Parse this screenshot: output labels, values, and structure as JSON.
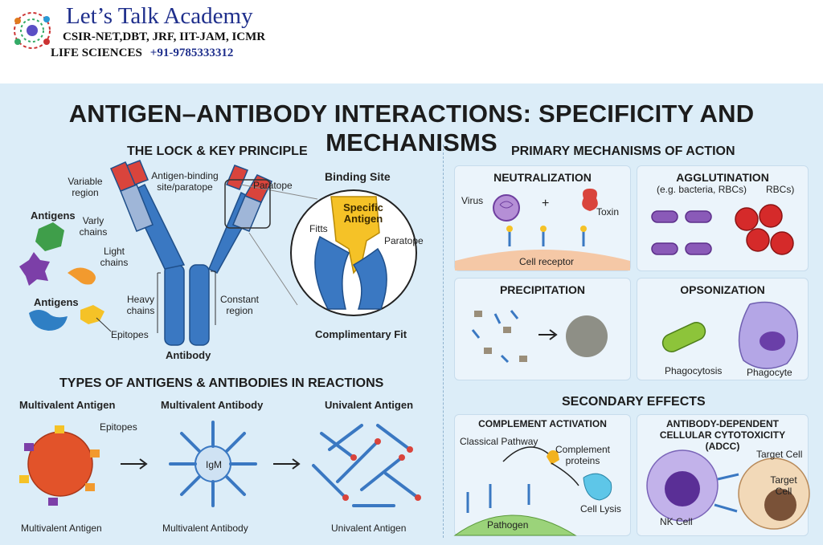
{
  "header": {
    "academy_name": "Let’s Talk Academy",
    "exams": "CSIR-NET,DBT, JRF, IIT-JAM, ICMR",
    "subject": "LIFE SCIENCES",
    "phone": "+91-9785333312"
  },
  "title": "ANTIGEN–ANTIBODY INTERACTIONS: SPECIFICITY AND MECHANISMS",
  "lock_key": {
    "heading": "THE LOCK & KEY PRINCIPLE",
    "variable_region": "Variable region",
    "antigen_binding_site": "Antigen-binding site/paratope",
    "paratope": "Paratope",
    "antigens_top": "Antigens",
    "varly_chains": "Varly chains",
    "light_chains": "Light chains",
    "antigens_bottom": "Antigens",
    "heavy_chains": "Heavy chains",
    "constant_region": "Constant region",
    "epitopes": "Epitopes",
    "antibody": "Antibody",
    "binding_site": "Binding Site",
    "specific_antigen": "Specific Antigen",
    "fitts": "Fitts",
    "paratope_zoom": "Paratope",
    "complimentary_fit": "Complimentary Fit"
  },
  "types": {
    "heading": "TYPES OF ANTIGENS & ANTIBODIES IN REACTIONS",
    "multivalent_antigen_title": "Multivalent Antigen",
    "multivalent_antibody_title": "Multivalent Antibody",
    "univalent_antigen_title": "Univalent Antigen",
    "epitopes": "Epitopes",
    "igm": "IgM",
    "multivalent_antigen_caption": "Multivalent Antigen",
    "multivalent_antibody_caption": "Multivalent Antibody",
    "univalent_antigen_caption": "Univalent Antigen"
  },
  "mechanisms": {
    "heading": "PRIMARY MECHANISMS OF ACTION",
    "neutralization": {
      "title": "NEUTRALIZATION",
      "virus": "Virus",
      "plus": "+",
      "toxin": "Toxin",
      "cell_receptor": "Cell receptor"
    },
    "agglutination": {
      "title": "AGGLUTINATION",
      "sub": "(e.g. bacteria, RBCs)",
      "rbcs": "RBCs)"
    },
    "precipitation": {
      "title": "PRECIPITATION"
    },
    "opsonization": {
      "title": "OPSONIZATION",
      "phagocytosis": "Phagocytosis",
      "phagocyte": "Phagocyte"
    }
  },
  "secondary": {
    "heading": "SECONDARY EFFECTS",
    "complement": {
      "title": "COMPLEMENT ACTIVATION",
      "classical": "Classical Pathway",
      "complement_proteins": "Complement proteins",
      "cell_lysis": "Cell Lysis",
      "pathogen": "Pathogen"
    },
    "adcc": {
      "title": "ANTIBODY-DEPENDENT CELLULAR CYTOTOXICITY (ADCC)",
      "target_cell_top": "Target Cell",
      "target_cell": "Target Cell",
      "nk_cell": "NK Cell"
    }
  },
  "colors": {
    "background": "#dcedf8",
    "antibody_blue": "#3a78c2",
    "variable_red": "#d9443c",
    "antigen_yellow": "#f5c227",
    "text_dark": "#1c1c1c",
    "brand_blue": "#1f2f8c"
  }
}
